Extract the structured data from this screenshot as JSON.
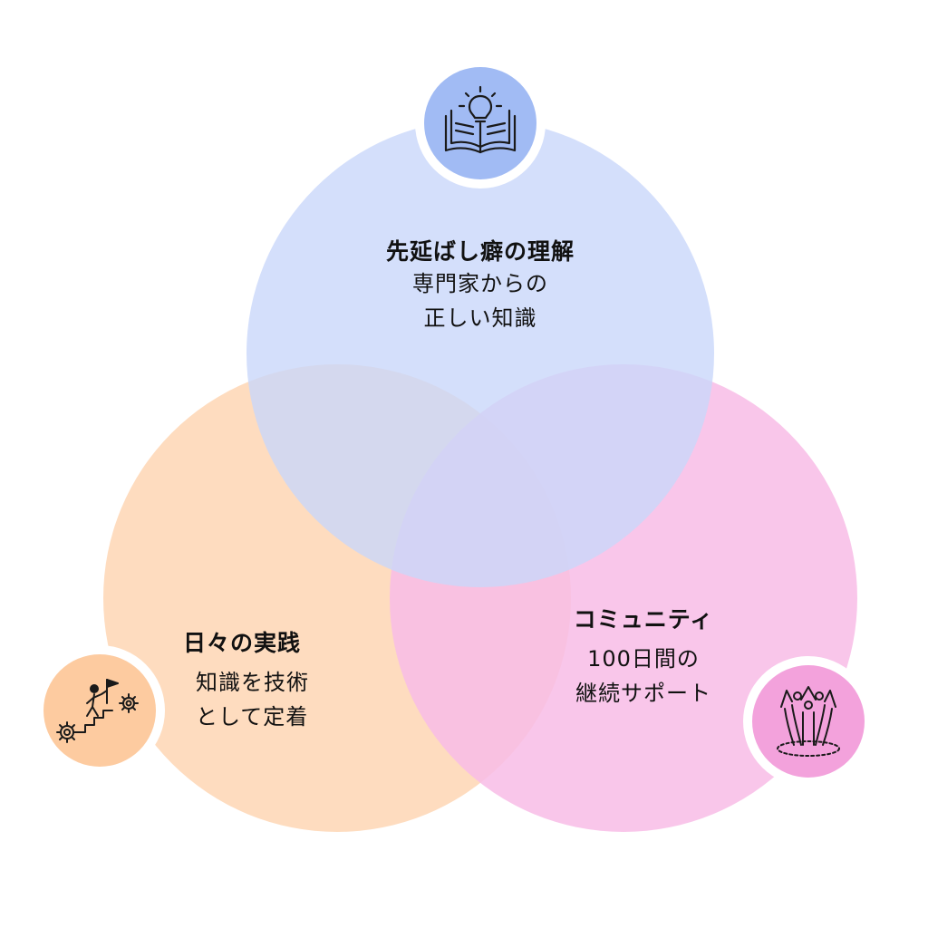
{
  "diagram": {
    "type": "venn",
    "colors": {
      "top_circle": "#c9d7fa",
      "left_circle": "#fed6b4",
      "right_circle": "#f8bce6",
      "top_badge": "#a1bbf4",
      "left_badge": "#fdcba0",
      "right_badge": "#f3a2dc",
      "icon_stroke": "#1a1a1a"
    },
    "sets": [
      {
        "id": "top",
        "title": "先延ばし癖の理解",
        "lines": [
          "専門家からの",
          "正しい知識"
        ],
        "icon": "book-lightbulb-icon"
      },
      {
        "id": "left",
        "title": "日々の実践",
        "lines": [
          "知識を技術",
          "として定着"
        ],
        "icon": "climber-gears-icon"
      },
      {
        "id": "right",
        "title": "コミュニティ",
        "lines": [
          "100日間の",
          "継続サポート"
        ],
        "icon": "community-hands-icon"
      }
    ]
  }
}
